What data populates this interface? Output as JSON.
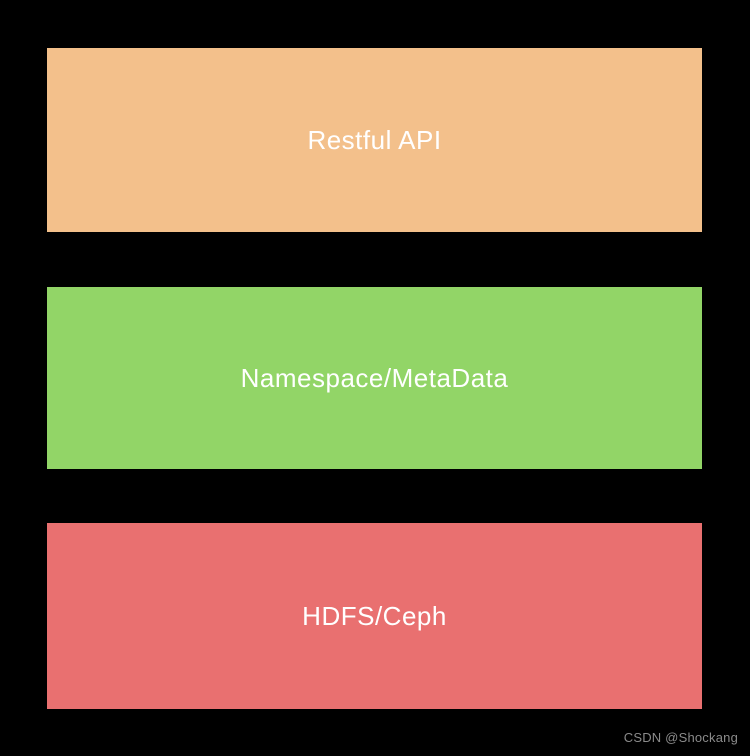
{
  "diagram": {
    "background_color": "#000000",
    "label_text_color": "#ffffff",
    "layers": [
      {
        "label": "Restful API",
        "color": "#f3c08b"
      },
      {
        "label": "Namespace/MetaData",
        "color": "#92d567"
      },
      {
        "label": "HDFS/Ceph",
        "color": "#e97070"
      }
    ]
  },
  "watermark": {
    "text": "CSDN @Shockang",
    "color": "#8a8a8a"
  }
}
